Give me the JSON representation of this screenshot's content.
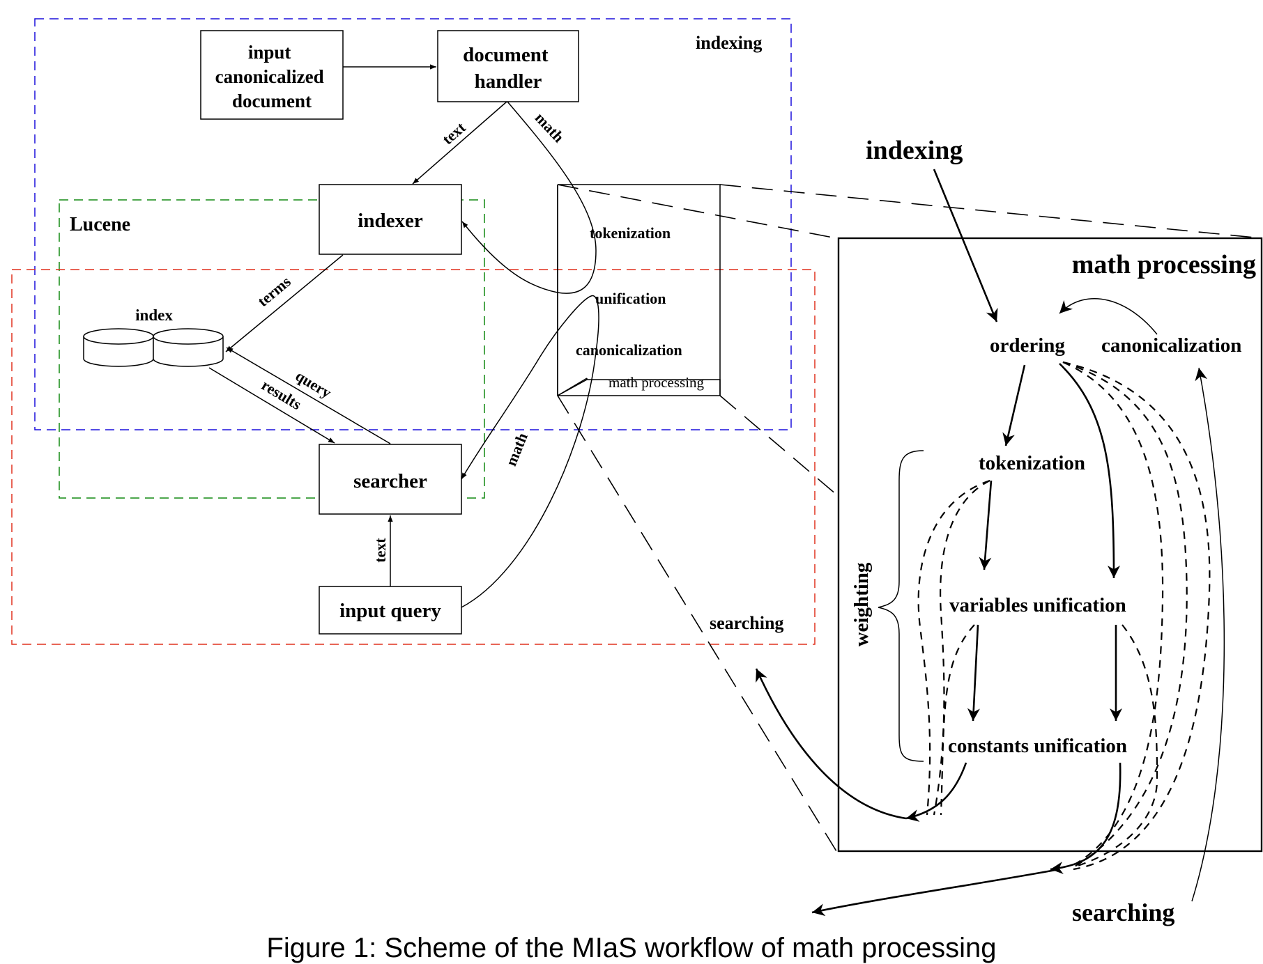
{
  "colors": {
    "indexing": "#1a0fdc",
    "lucene": "#128a12",
    "searching": "#e0301e",
    "ink": "#000000"
  },
  "left": {
    "indexing_label": "indexing",
    "lucene_label": "Lucene",
    "searching_label": "searching",
    "input_doc_lines": [
      "input",
      "canonicalized",
      "document"
    ],
    "document_handler_lines": [
      "document",
      "handler"
    ],
    "indexer": "indexer",
    "index": "index",
    "searcher": "searcher",
    "input_query": "input query",
    "edge_text_top": "text",
    "edge_math_top": "math",
    "edge_terms": "terms",
    "edge_query": "query",
    "edge_results": "results",
    "edge_math_bottom": "math",
    "edge_text_bottom": "text",
    "mp_tokenization": "tokenization",
    "mp_unification": "unification",
    "mp_canonicalization": "canonicalization",
    "mp_caption": "math processing"
  },
  "right": {
    "indexing_label": "indexing",
    "searching_label": "searching",
    "title": "math processing",
    "ordering": "ordering",
    "canonicalization": "canonicalization",
    "tokenization": "tokenization",
    "variables_unification": "variables unification",
    "constants_unification": "constants unification",
    "weighting": "weighting"
  },
  "caption": "Figure 1: Scheme of the MIaS workflow of math processing"
}
